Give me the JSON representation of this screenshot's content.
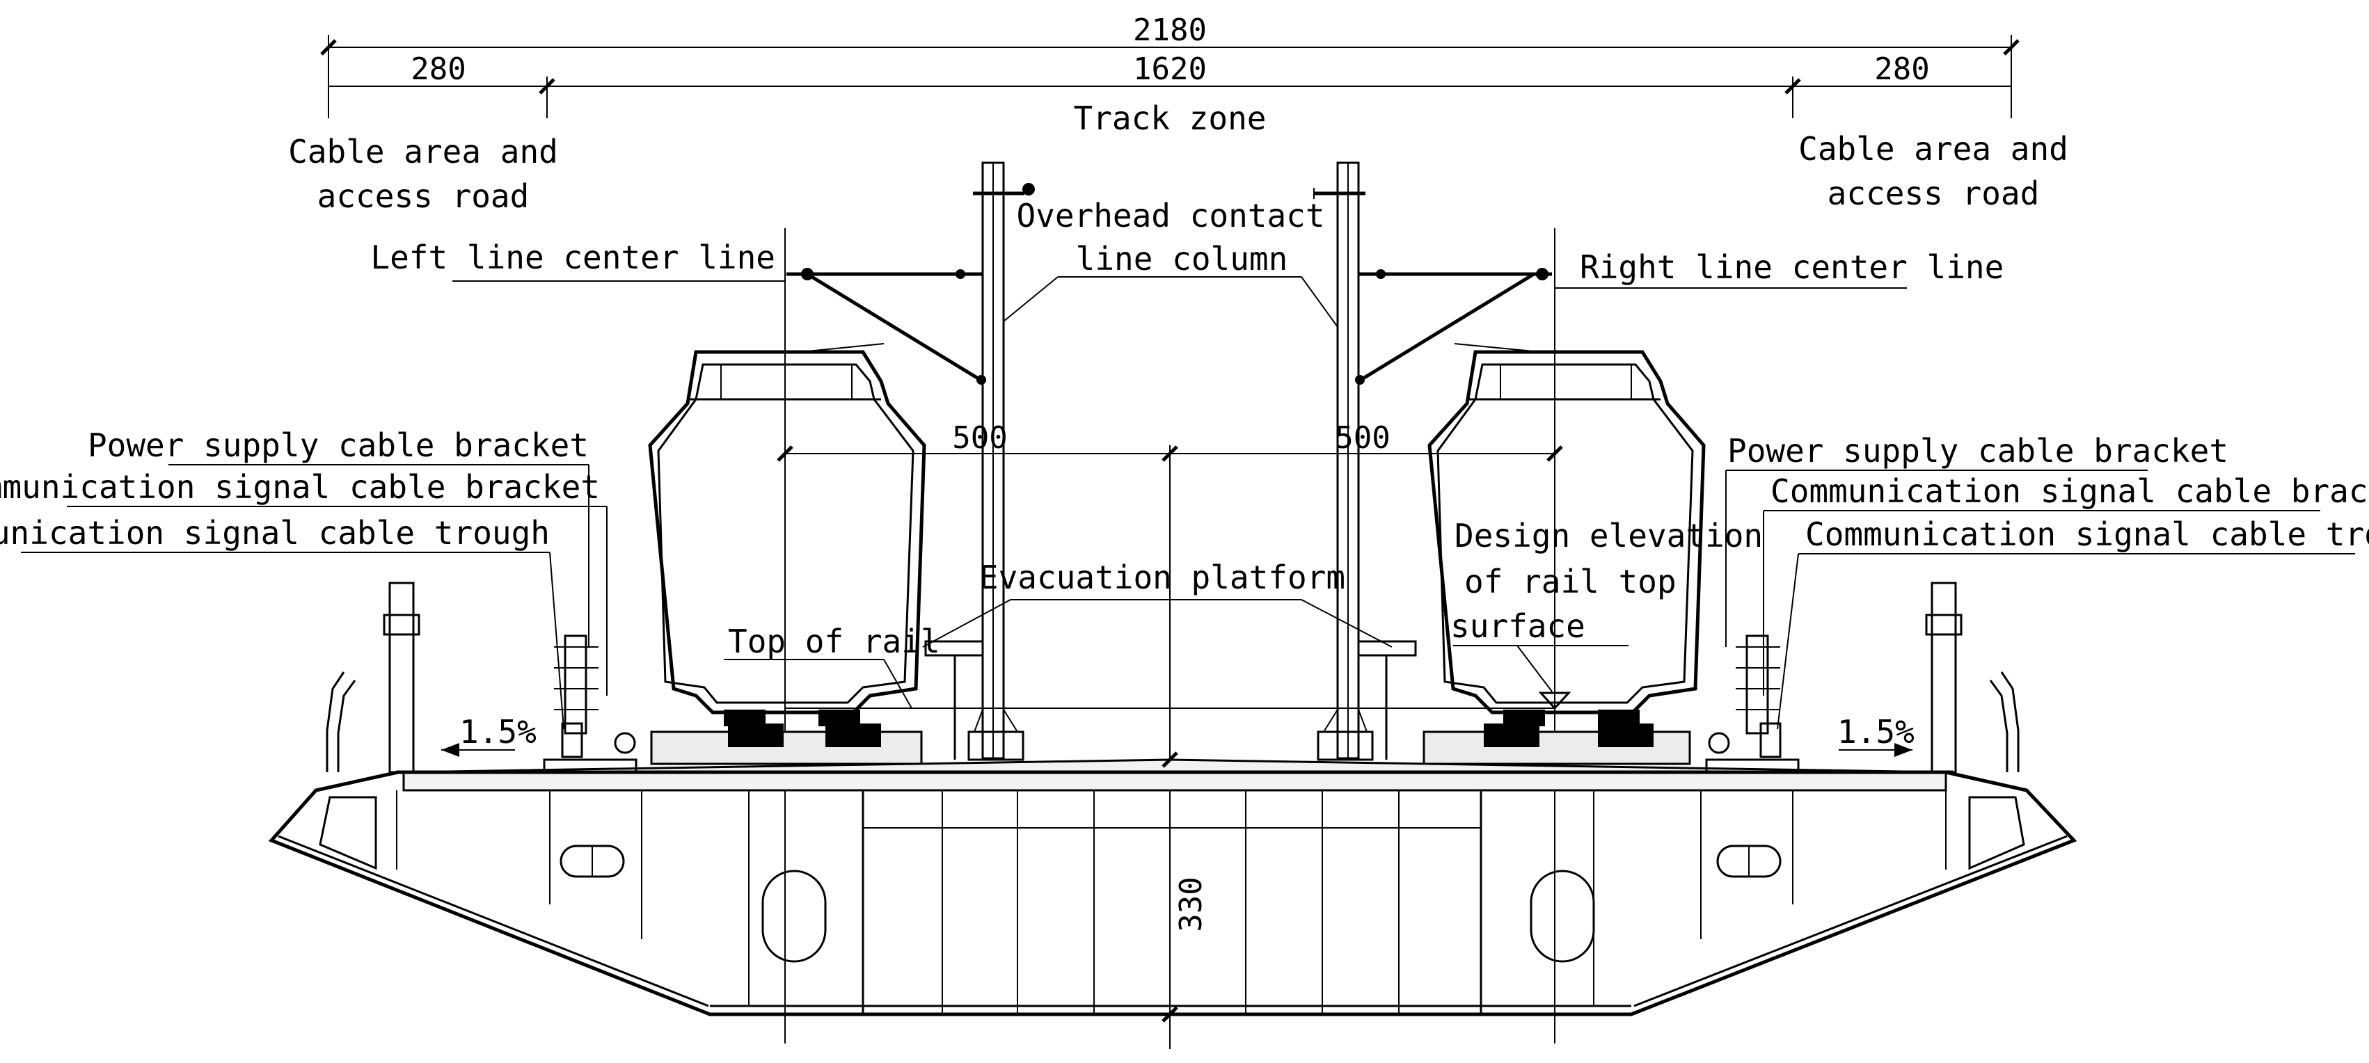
{
  "dimensions": {
    "total": "2180",
    "left_width": "280",
    "middle_width": "1620",
    "right_width": "280",
    "left_track_spacing": "500",
    "right_track_spacing": "500",
    "girder_height": "330"
  },
  "zones": {
    "track_zone": "Track zone",
    "left_cable_area_line1": "Cable area and",
    "left_cable_area_line2": "access road",
    "right_cable_area_line1": "Cable area and",
    "right_cable_area_line2": "access road"
  },
  "labels": {
    "ocs_column_line1": "Overhead contact",
    "ocs_column_line2": "line column",
    "left_center_line": "Left line center line",
    "right_center_line": "Right line center line",
    "left_power_bracket": "Power supply cable bracket",
    "left_comm_bracket": "Communication signal cable bracket",
    "left_comm_trough": "Communication signal cable trough",
    "right_power_bracket": "Power supply cable bracket",
    "right_comm_bracket": "Communication signal cable bracket",
    "right_comm_trough": "Communication signal cable trough",
    "evacuation_platform": "Evacuation platform",
    "top_of_rail": "Top of rail",
    "design_elev_line1": "Design elevation",
    "design_elev_line2": "of rail top",
    "design_elev_line3": "surface",
    "left_slope": "1.5%",
    "right_slope": "1.5%"
  }
}
